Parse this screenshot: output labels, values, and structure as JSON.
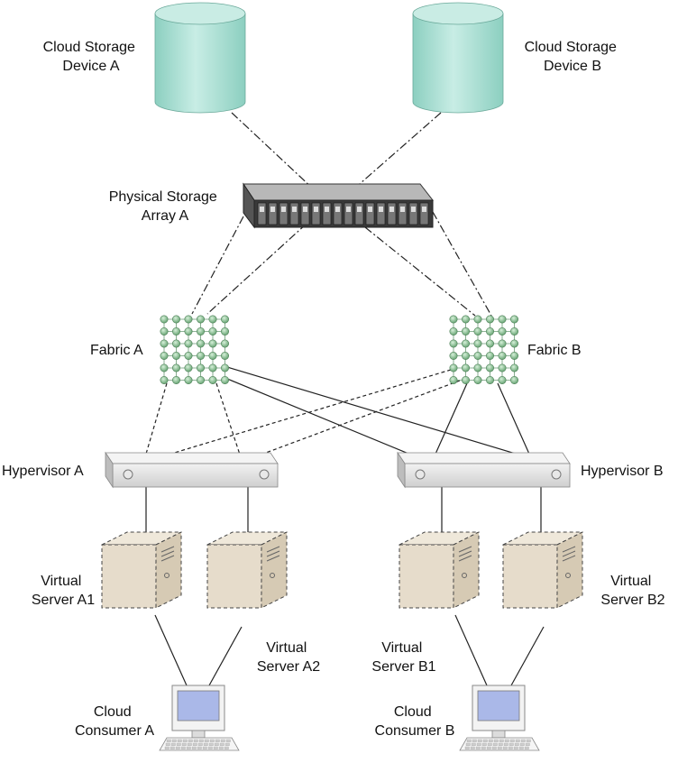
{
  "labels": {
    "storage_a": [
      "Cloud Storage",
      "Device A"
    ],
    "storage_b": [
      "Cloud Storage",
      "Device B"
    ],
    "array": [
      "Physical Storage",
      "Array A"
    ],
    "fabric_a": "Fabric A",
    "fabric_b": "Fabric B",
    "hypervisor_a": "Hypervisor A",
    "hypervisor_b": "Hypervisor B",
    "vs_a1": [
      "Virtual",
      "Server A1"
    ],
    "vs_a2": [
      "Virtual",
      "Server A2"
    ],
    "vs_b1": [
      "Virtual",
      "Server B1"
    ],
    "vs_b2": [
      "Virtual",
      "Server B2"
    ],
    "consumer_a": [
      "Cloud",
      "Consumer A"
    ],
    "consumer_b": [
      "Cloud",
      "Consumer B"
    ]
  },
  "colors": {
    "cylinder": "#a6ddd0",
    "cylinder_top": "#c9ece4",
    "array_body": "#3a3a3a",
    "fabric_node": "#7fb88a",
    "hypervisor": "#e4e4e4",
    "server": "#e6dccb",
    "monitor_screen": "#aab8e8"
  }
}
